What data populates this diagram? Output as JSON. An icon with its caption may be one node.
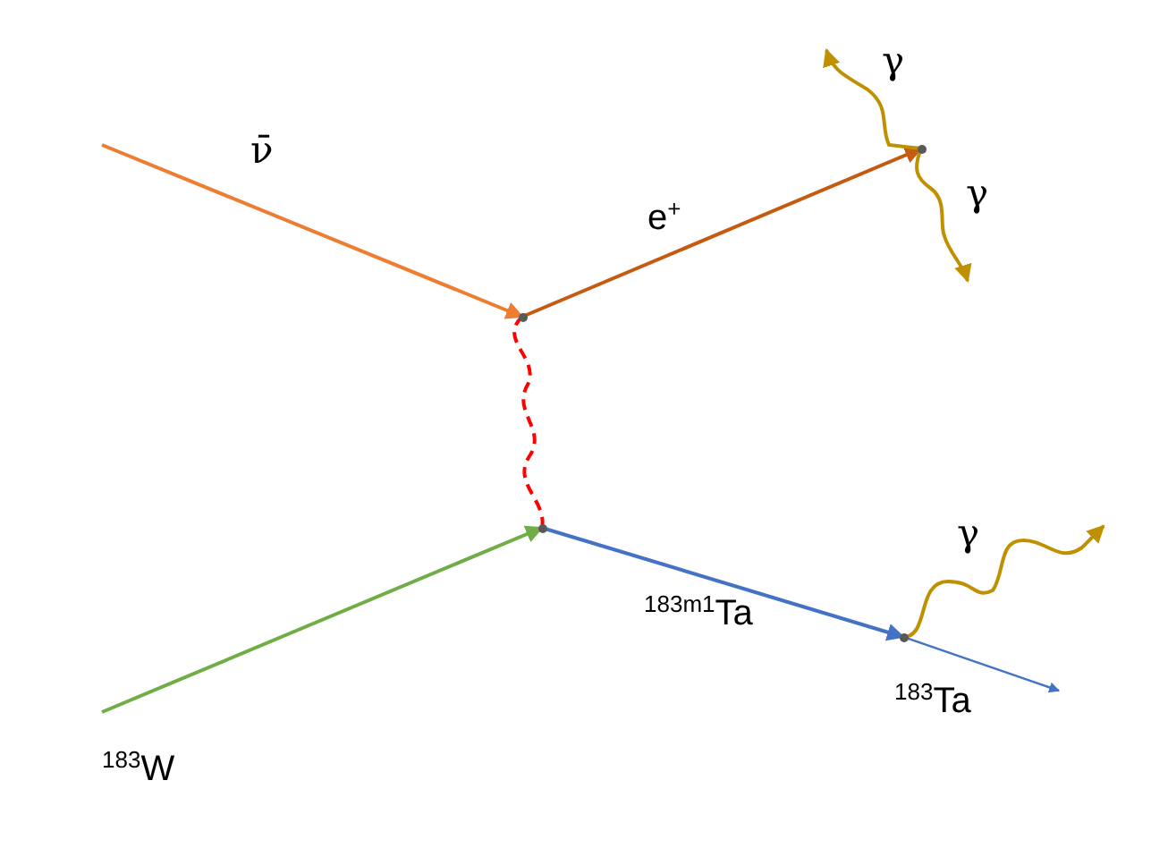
{
  "diagram": {
    "nodes": [
      {
        "text": [],
        "shape": "point"
      },
      {
        "text": [],
        "shape": "point"
      },
      {
        "text": [],
        "shape": "point"
      },
      {
        "text": [],
        "shape": "point"
      }
    ],
    "edges": [
      {
        "from": null,
        "to": 0,
        "arrow": "to",
        "label": "ν̄",
        "color": "#ed7d31"
      },
      {
        "from": 0,
        "to": 2,
        "arrow": "to",
        "label": "e$^{+}$",
        "color": "#c55a11"
      },
      {
        "from": 2,
        "to": null,
        "arrow": "to",
        "label": "γ",
        "color": "#bf9000"
      },
      {
        "from": 2,
        "to": null,
        "arrow": "to",
        "label": "γ",
        "color": "#bf9000"
      },
      {
        "from": 0,
        "to": 1,
        "arrow": "none",
        "style": "dashed",
        "color": "#ff0000"
      },
      {
        "from": null,
        "to": 1,
        "arrow": "to",
        "label": "$^{183}$W",
        "color": "#70ad47"
      },
      {
        "from": 1,
        "to": 3,
        "arrow": "to",
        "label": "$^{183m1}$Ta",
        "color": "#4472c4"
      },
      {
        "from": 3,
        "to": null,
        "arrow": "to",
        "label": "$^{183}$Ta",
        "color": "#4472c4"
      },
      {
        "from": 3,
        "to": null,
        "arrow": "to",
        "label": "γ",
        "color": "#bf9000"
      }
    ]
  }
}
